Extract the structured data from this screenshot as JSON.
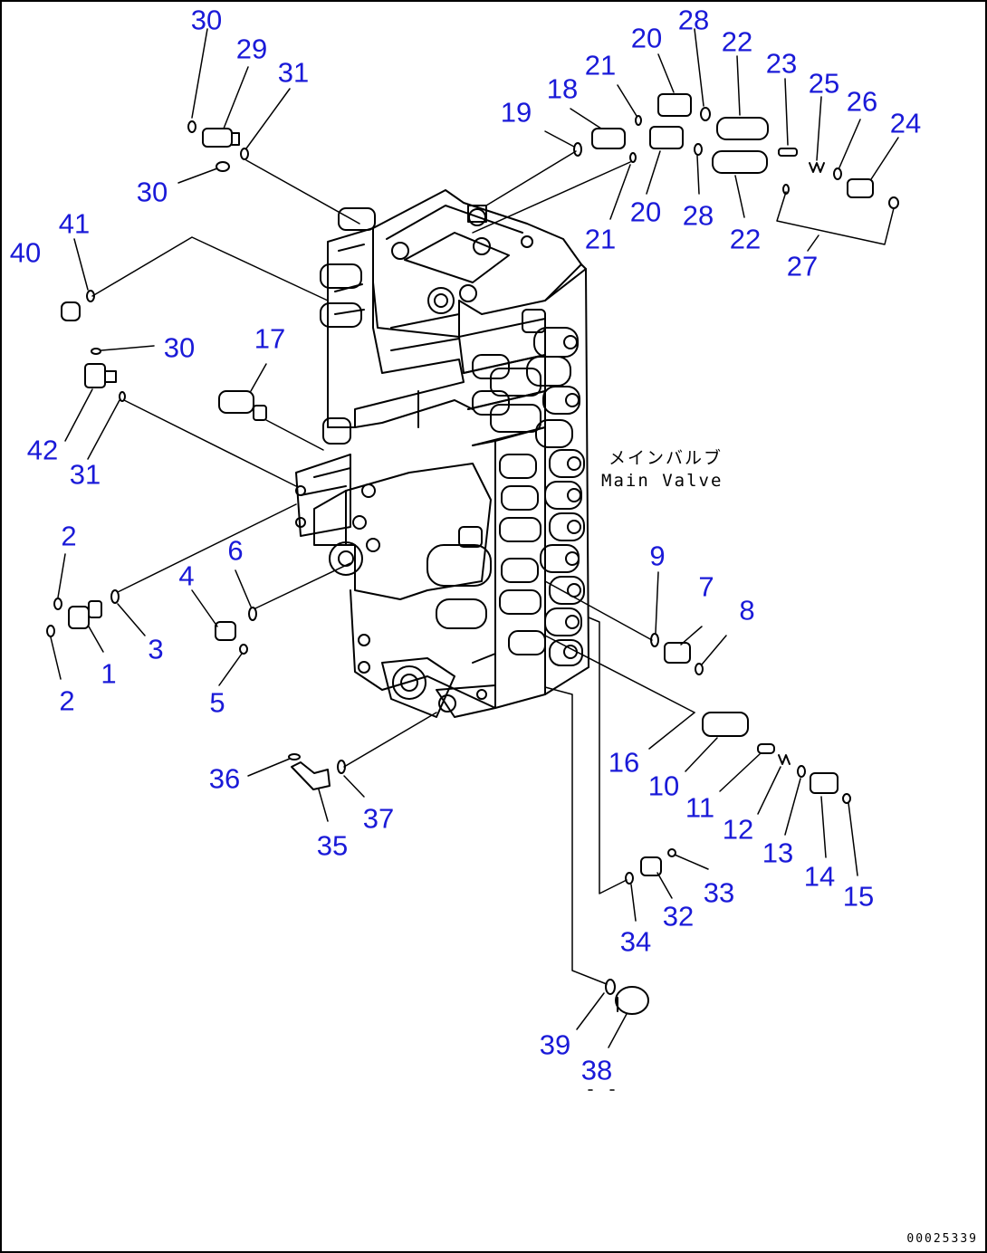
{
  "colors": {
    "callout": "#1a1ad8",
    "line": "#000000"
  },
  "main_label_jp": "メインバルブ",
  "main_label_en": "Main Valve",
  "drawing_number": "00025339",
  "callouts": [
    {
      "id": "c30a",
      "text": "30"
    },
    {
      "id": "c29",
      "text": "29"
    },
    {
      "id": "c31a",
      "text": "31"
    },
    {
      "id": "c30b",
      "text": "30"
    },
    {
      "id": "c41",
      "text": "41"
    },
    {
      "id": "c40",
      "text": "40"
    },
    {
      "id": "c30c",
      "text": "30"
    },
    {
      "id": "c17",
      "text": "17"
    },
    {
      "id": "c42",
      "text": "42"
    },
    {
      "id": "c31b",
      "text": "31"
    },
    {
      "id": "c2a",
      "text": "2"
    },
    {
      "id": "c1",
      "text": "1"
    },
    {
      "id": "c2b",
      "text": "2"
    },
    {
      "id": "c3",
      "text": "3"
    },
    {
      "id": "c4",
      "text": "4"
    },
    {
      "id": "c6",
      "text": "6"
    },
    {
      "id": "c5",
      "text": "5"
    },
    {
      "id": "c19",
      "text": "19"
    },
    {
      "id": "c18",
      "text": "18"
    },
    {
      "id": "c21a",
      "text": "21"
    },
    {
      "id": "c20a",
      "text": "20"
    },
    {
      "id": "c28a",
      "text": "28"
    },
    {
      "id": "c22a",
      "text": "22"
    },
    {
      "id": "c23",
      "text": "23"
    },
    {
      "id": "c25",
      "text": "25"
    },
    {
      "id": "c26",
      "text": "26"
    },
    {
      "id": "c24",
      "text": "24"
    },
    {
      "id": "c20b",
      "text": "20"
    },
    {
      "id": "c28b",
      "text": "28"
    },
    {
      "id": "c22b",
      "text": "22"
    },
    {
      "id": "c21b",
      "text": "21"
    },
    {
      "id": "c27",
      "text": "27"
    },
    {
      "id": "c9",
      "text": "9"
    },
    {
      "id": "c7",
      "text": "7"
    },
    {
      "id": "c8",
      "text": "8"
    },
    {
      "id": "c16",
      "text": "16"
    },
    {
      "id": "c10",
      "text": "10"
    },
    {
      "id": "c11",
      "text": "11"
    },
    {
      "id": "c12",
      "text": "12"
    },
    {
      "id": "c13",
      "text": "13"
    },
    {
      "id": "c14",
      "text": "14"
    },
    {
      "id": "c15",
      "text": "15"
    },
    {
      "id": "c36",
      "text": "36"
    },
    {
      "id": "c35",
      "text": "35"
    },
    {
      "id": "c37",
      "text": "37"
    },
    {
      "id": "c33",
      "text": "33"
    },
    {
      "id": "c32",
      "text": "32"
    },
    {
      "id": "c34",
      "text": "34"
    },
    {
      "id": "c39",
      "text": "39"
    },
    {
      "id": "c38",
      "text": "38"
    }
  ]
}
